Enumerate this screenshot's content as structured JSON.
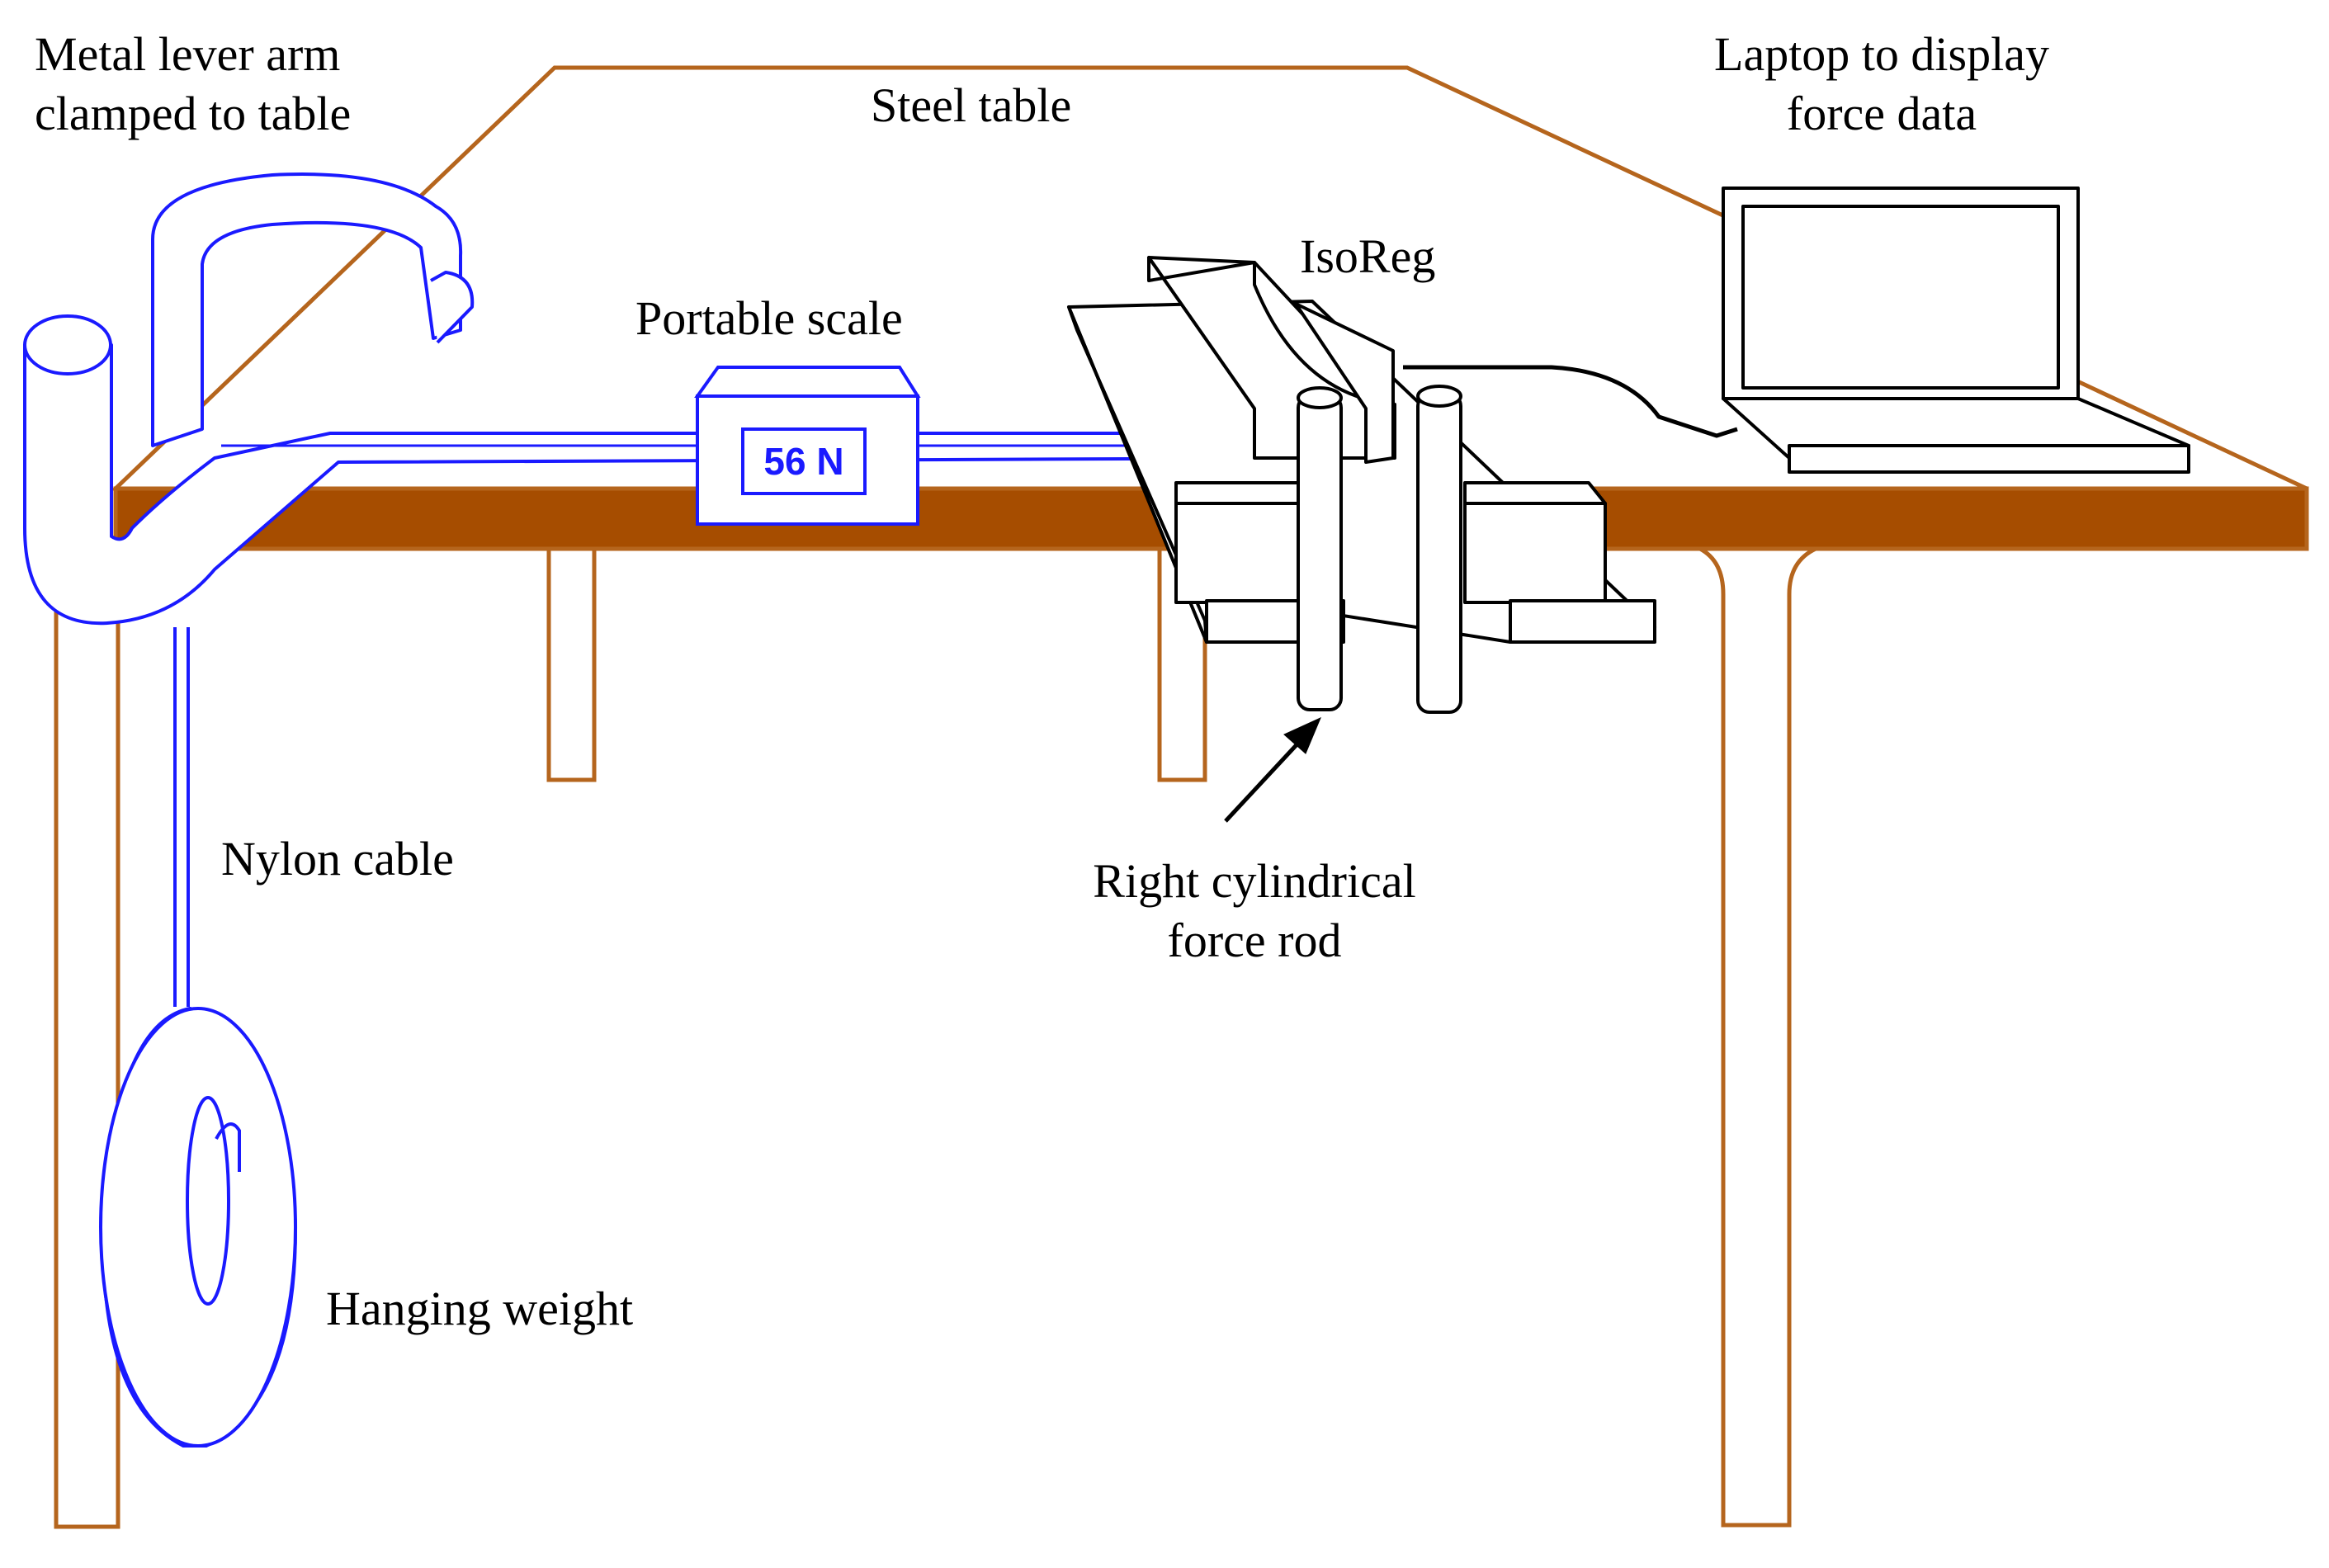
{
  "labels": {
    "lever_line1": "Metal lever arm",
    "lever_line2": "clamped to table",
    "steel_table": "Steel table",
    "laptop_line1": "Laptop to display",
    "laptop_line2": "force data",
    "isoreg": "IsoReg",
    "portable_scale": "Portable scale",
    "nylon_cable": "Nylon cable",
    "rod_line1": "Right cylindrical",
    "rod_line2": "force rod",
    "hanging_weight": "Hanging weight"
  },
  "scale_readout": "56 N",
  "colors": {
    "table_outline": "#b5651d",
    "table_top": "#a64d00",
    "apparatus_blue": "#1a1aff",
    "equipment_line": "#000000",
    "background": "#ffffff"
  }
}
